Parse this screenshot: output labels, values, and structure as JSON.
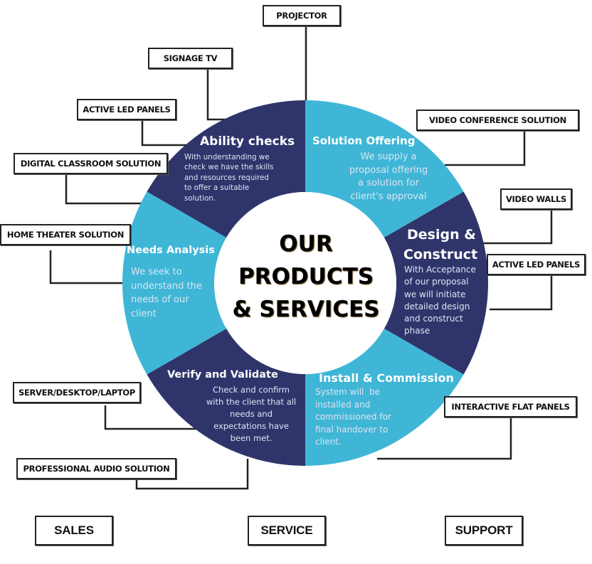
{
  "colors": {
    "dark": "#2f356b",
    "light": "#3fb6d6",
    "center": "#ffffff",
    "line": "#222222"
  },
  "center": {
    "line1": "OUR",
    "line2": "PRODUCTS",
    "line3": "& SERVICES"
  },
  "segments": [
    {
      "id": "solution-offering",
      "title": "Solution Offering",
      "body": [
        "We supply a",
        "proposal offering",
        "a solution for",
        "client's approval"
      ],
      "color": "light"
    },
    {
      "id": "design-construct",
      "title_lines": [
        "Design &",
        "Construct"
      ],
      "body": [
        "With Acceptance",
        "of our proposal",
        "we will initiate",
        "detailed design",
        "and construct",
        "phase"
      ],
      "color": "dark"
    },
    {
      "id": "install-commission",
      "title": "Install & Commission",
      "body": [
        "System will  be",
        "installed and",
        "commissioned for",
        "final handover to",
        "client."
      ],
      "color": "light"
    },
    {
      "id": "verify-validate",
      "title": "Verify and Validate",
      "body": [
        "Check and confirm",
        "with the client that all",
        "needs and",
        "expectations have",
        "been met."
      ],
      "color": "dark"
    },
    {
      "id": "needs-analysis",
      "title": "Needs Analysis",
      "body": [
        "We seek to",
        "understand the",
        "needs of our",
        "client"
      ],
      "color": "light"
    },
    {
      "id": "ability-checks",
      "title": "Ability checks",
      "body": [
        "With understanding we",
        "check we have the skills",
        "and resources required",
        "to offer a suitable",
        "solution."
      ],
      "color": "dark"
    }
  ],
  "products": [
    {
      "id": "projector",
      "label": "PROJECTOR"
    },
    {
      "id": "signage-tv",
      "label": "SIGNAGE TV"
    },
    {
      "id": "active-led-panels-left",
      "label": "ACTIVE LED PANELS"
    },
    {
      "id": "digital-classroom",
      "label": "DIGITAL CLASSROOM SOLUTION"
    },
    {
      "id": "home-theater",
      "label": "HOME THEATER SOLUTION"
    },
    {
      "id": "server-desktop-laptop",
      "label": "SERVER/DESKTOP/LAPTOP"
    },
    {
      "id": "professional-audio",
      "label": "PROFESSIONAL AUDIO SOLUTION"
    },
    {
      "id": "video-conference",
      "label": "VIDEO CONFERENCE SOLUTION"
    },
    {
      "id": "video-walls",
      "label": "VIDEO WALLS"
    },
    {
      "id": "active-led-panels-right",
      "label": "ACTIVE LED PANELS"
    },
    {
      "id": "interactive-flat-panels",
      "label": "INTERACTIVE FLAT PANELS"
    }
  ],
  "footer": [
    {
      "id": "sales",
      "label": "SALES"
    },
    {
      "id": "service",
      "label": "SERVICE"
    },
    {
      "id": "support",
      "label": "SUPPORT"
    }
  ]
}
